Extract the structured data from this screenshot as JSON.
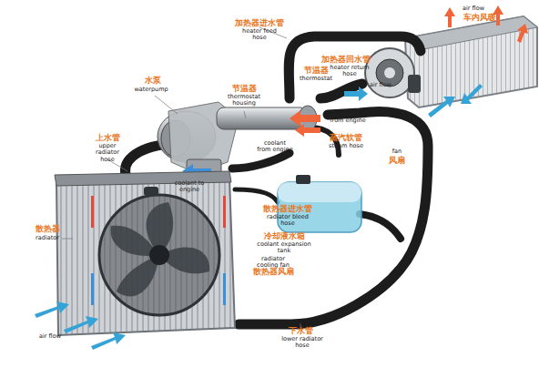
{
  "diagram": {
    "labels": [
      "加热器进水管",
      "heater feed hose",
      "air flow",
      "车内风暖",
      "加热器回水管",
      "heater return hose",
      "节温器",
      "thermostat",
      "水泵",
      "waterpump",
      "节温器",
      "thermostat housing",
      "air flow",
      "fan",
      "风扇",
      "上水管",
      "upper radiator hose",
      "coolant from engine",
      "coolant from engine",
      "蒸汽软管",
      "steam hose",
      "coolant to engine",
      "散热器",
      "radiator",
      "散热器进水管",
      "radiator bleed hose",
      "冷却液水箱",
      "coolant expansion tank",
      "radiator cooling fan",
      "散热器风扇",
      "下水管",
      "lower radiator hose",
      "air flow"
    ]
  }
}
